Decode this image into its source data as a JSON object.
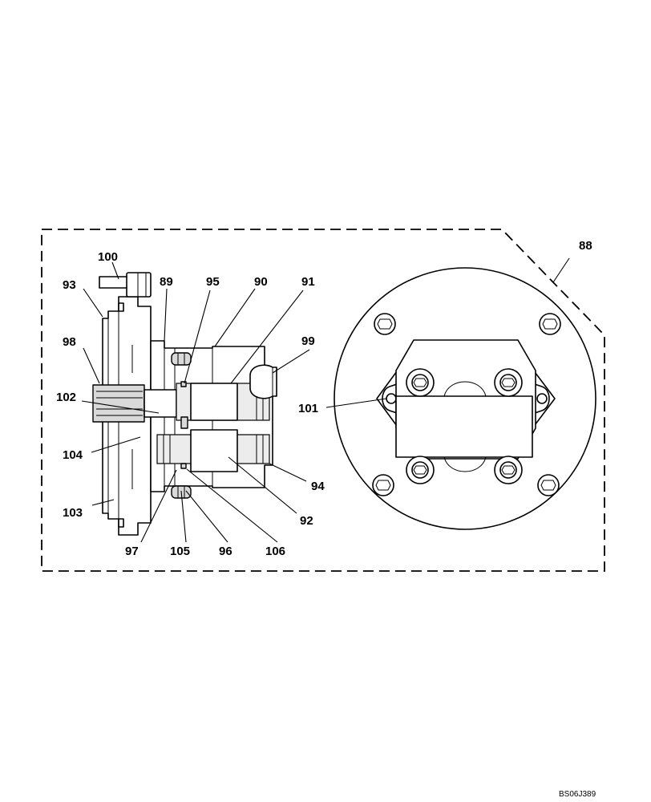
{
  "drawing_code": "BS06J389",
  "callouts": [
    {
      "id": "c88",
      "text": "88"
    },
    {
      "id": "c100",
      "text": "100"
    },
    {
      "id": "c93",
      "text": "93"
    },
    {
      "id": "c89",
      "text": "89"
    },
    {
      "id": "c95",
      "text": "95"
    },
    {
      "id": "c90",
      "text": "90"
    },
    {
      "id": "c91",
      "text": "91"
    },
    {
      "id": "c99",
      "text": "99"
    },
    {
      "id": "c98",
      "text": "98"
    },
    {
      "id": "c102",
      "text": "102"
    },
    {
      "id": "c101",
      "text": "101"
    },
    {
      "id": "c104",
      "text": "104"
    },
    {
      "id": "c94",
      "text": "94"
    },
    {
      "id": "c103",
      "text": "103"
    },
    {
      "id": "c92",
      "text": "92"
    },
    {
      "id": "c97",
      "text": "97"
    },
    {
      "id": "c105",
      "text": "105"
    },
    {
      "id": "c96",
      "text": "96"
    },
    {
      "id": "c106",
      "text": "106"
    }
  ]
}
